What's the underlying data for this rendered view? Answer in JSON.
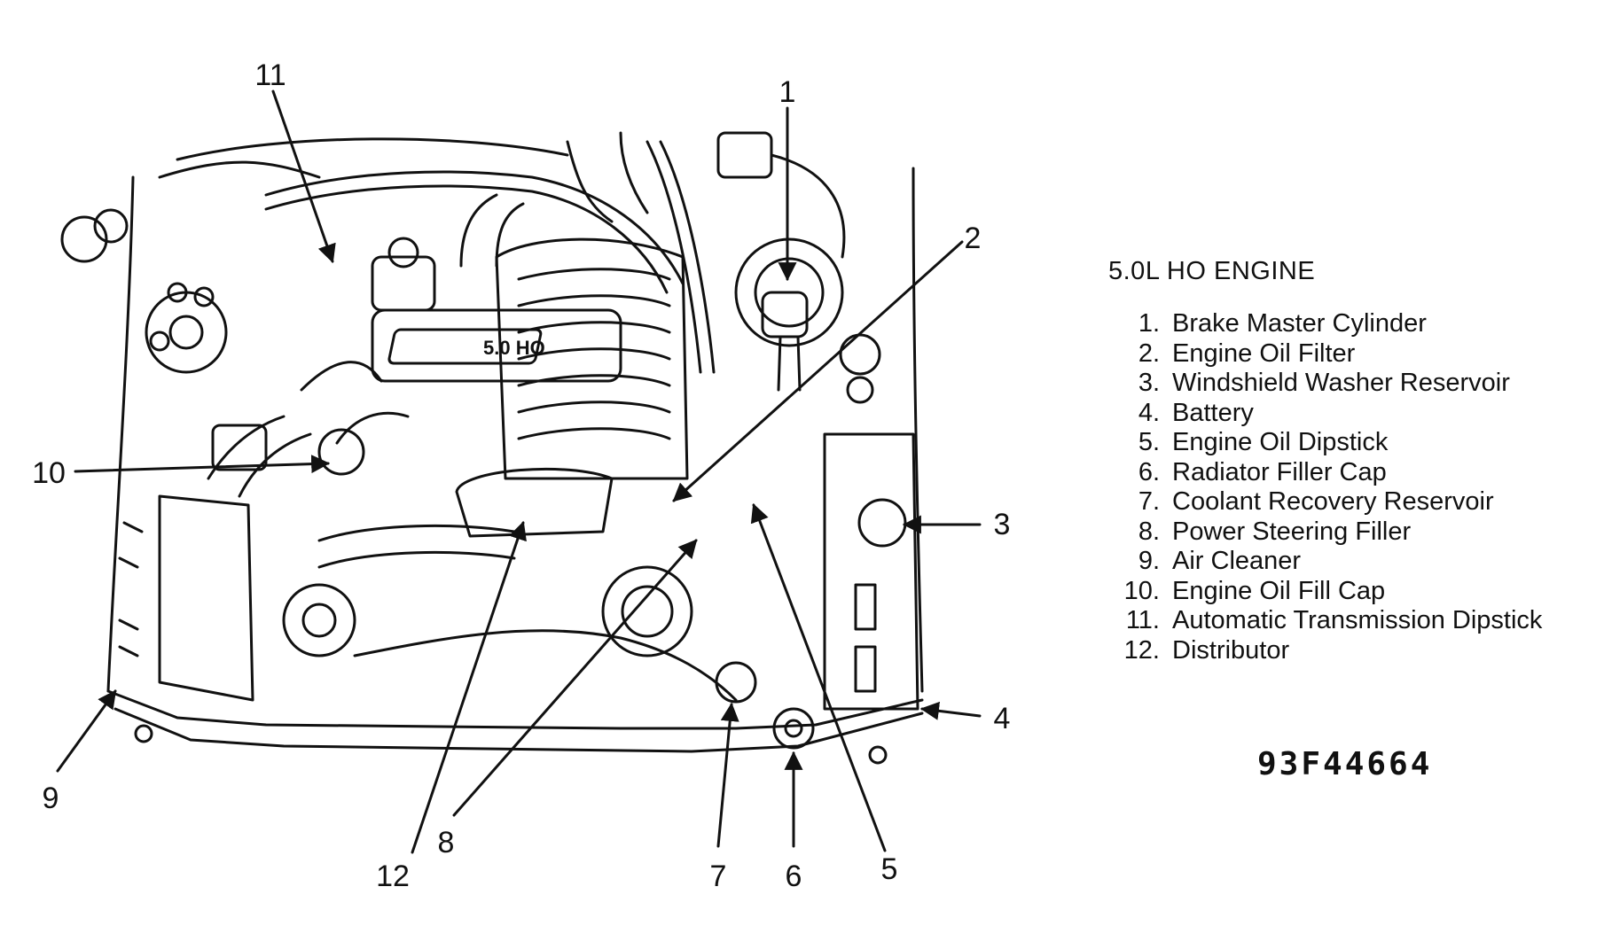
{
  "legend": {
    "title": "5.0L HO ENGINE",
    "items": [
      {
        "num": "1.",
        "text": "Brake Master Cylinder"
      },
      {
        "num": "2.",
        "text": "Engine Oil Filter"
      },
      {
        "num": "3.",
        "text": "Windshield Washer Reservoir"
      },
      {
        "num": "4.",
        "text": "Battery"
      },
      {
        "num": "5.",
        "text": "Engine Oil Dipstick"
      },
      {
        "num": "6.",
        "text": "Radiator Filler Cap"
      },
      {
        "num": "7.",
        "text": "Coolant Recovery Reservoir"
      },
      {
        "num": "8.",
        "text": "Power Steering Filler"
      },
      {
        "num": "9.",
        "text": "Air Cleaner"
      },
      {
        "num": "10.",
        "text": "Engine Oil Fill Cap"
      },
      {
        "num": "11.",
        "text": "Automatic Transmission Dipstick"
      },
      {
        "num": "12.",
        "text": "Distributor"
      }
    ]
  },
  "callouts": [
    "1",
    "2",
    "3",
    "4",
    "5",
    "6",
    "7",
    "8",
    "9",
    "10",
    "11",
    "12"
  ],
  "engine_badge": "5.0 HO",
  "figure_code": "93F44664"
}
